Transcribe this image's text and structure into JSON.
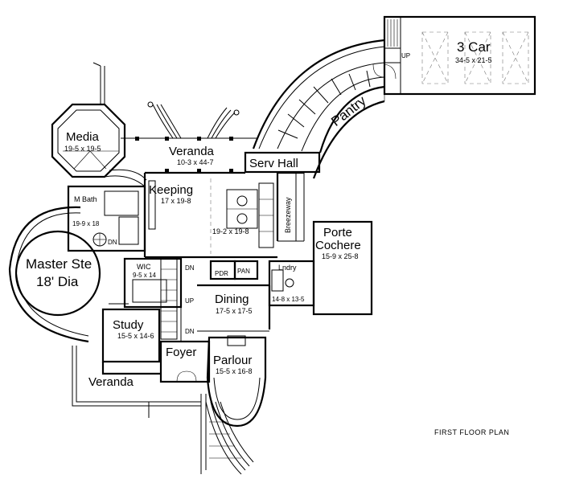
{
  "plan_title": "FIRST FLOOR PLAN",
  "rooms": {
    "garage": {
      "name": "3 Car",
      "size": "34-5 x 21-5"
    },
    "garage_up": "UP",
    "pantry": {
      "name": "Pantry"
    },
    "serv_hall": {
      "name": "Serv Hall"
    },
    "media": {
      "name": "Media",
      "size": "19-5 x 19-5"
    },
    "veranda_top": {
      "name": "Veranda",
      "size": "10-3 x 44-7"
    },
    "keeping": {
      "name": "Keeping",
      "size": "17 x 19-8"
    },
    "kitchen": {
      "size": "19-2 x 19-8"
    },
    "breezeway": {
      "name": "Breezeway"
    },
    "porte_cochere": {
      "name1": "Porte",
      "name2": "Cochere",
      "size": "15-9 x 25-8"
    },
    "m_bath": {
      "name": "M Bath",
      "size": "19-9 x 18"
    },
    "master": {
      "name1": "Master Ste",
      "name2": "18' Dia"
    },
    "wic": {
      "name": "WIC",
      "size": "9-5 x 14"
    },
    "pdr": {
      "name": "PDR"
    },
    "pan": {
      "name": "PAN"
    },
    "lndry": {
      "name": "Lndry",
      "size": "14-8 x 13-5"
    },
    "dining": {
      "name": "Dining",
      "size": "17-5 x 17-5"
    },
    "study": {
      "name": "Study",
      "size": "15-5 x 14-6"
    },
    "foyer": {
      "name": "Foyer"
    },
    "parlour": {
      "name": "Parlour",
      "size": "15-5 x 16-8"
    },
    "veranda_bottom": {
      "name": "Veranda"
    },
    "stair_dn_1": "DN",
    "stair_up": "UP",
    "stair_dn_2": "DN",
    "stair_dn_bath": "DN"
  }
}
